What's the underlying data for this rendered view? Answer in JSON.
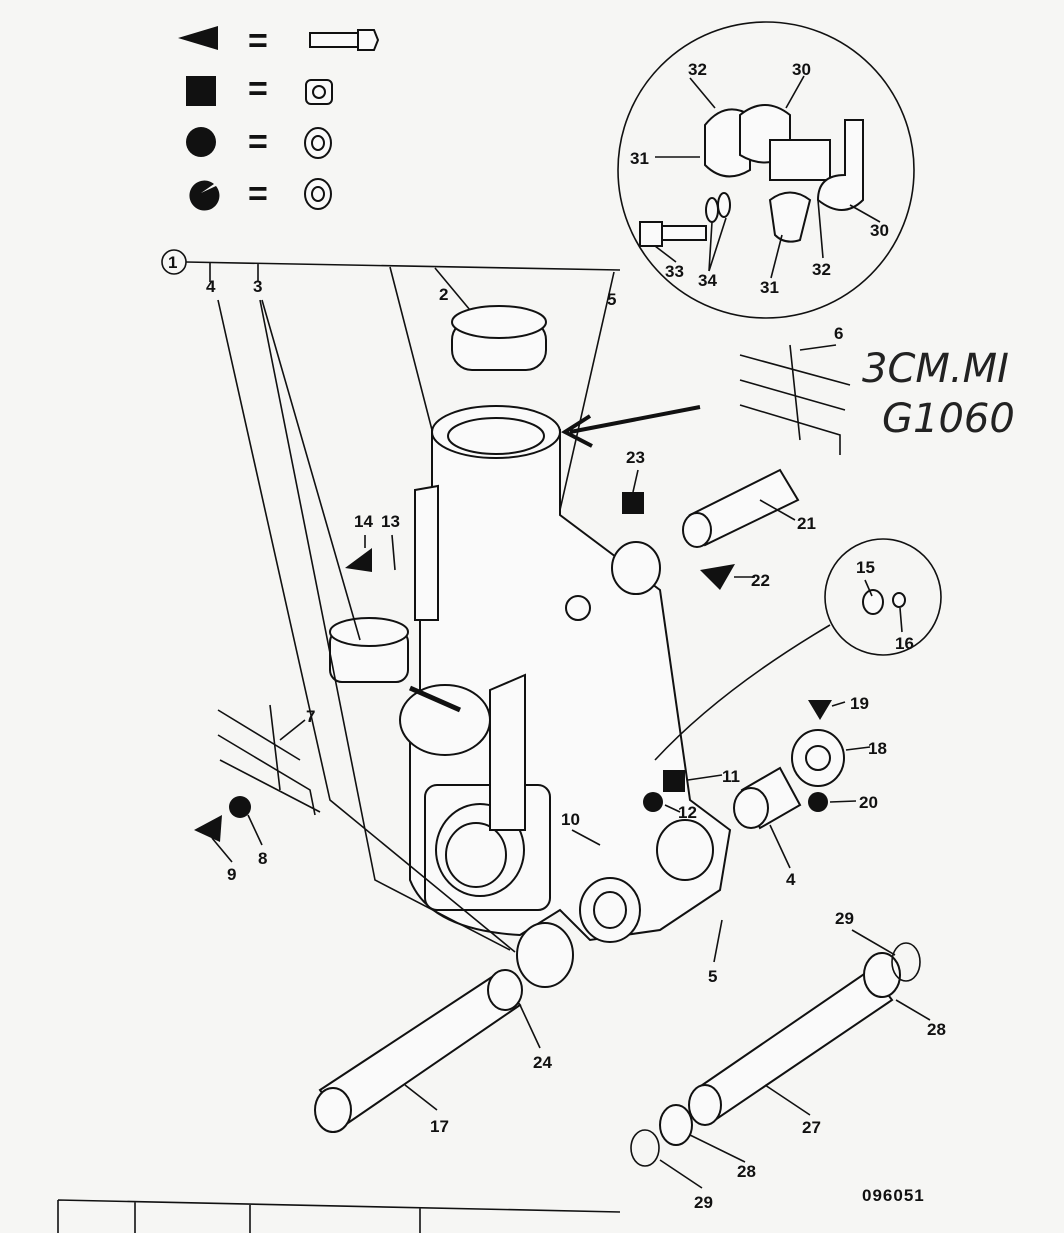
{
  "legend": {
    "items": [
      {
        "symbol": "triangle",
        "equals": "=",
        "part": "bolt"
      },
      {
        "symbol": "square",
        "equals": "=",
        "part": "nut"
      },
      {
        "symbol": "circle",
        "equals": "=",
        "part": "washer"
      },
      {
        "symbol": "split-circle",
        "equals": "=",
        "part": "lock-washer"
      }
    ]
  },
  "callouts": {
    "c1": "1",
    "c2": "2",
    "c3": "3",
    "c4a": "4",
    "c4b": "4",
    "c5a": "5",
    "c5b": "5",
    "c6": "6",
    "c7": "7",
    "c8": "8",
    "c9": "9",
    "c10": "10",
    "c11": "11",
    "c12": "12",
    "c13": "13",
    "c14": "14",
    "c15": "15",
    "c16": "16",
    "c17": "17",
    "c18": "18",
    "c19": "19",
    "c20": "20",
    "c21": "21",
    "c22": "22",
    "c23": "23",
    "c24": "24",
    "c27": "27",
    "c28a": "28",
    "c28b": "28",
    "c29a": "29",
    "c29b": "29",
    "c30a": "30",
    "c30b": "30",
    "c31a": "31",
    "c31b": "31",
    "c32a": "32",
    "c32b": "32",
    "c33": "33",
    "c34": "34"
  },
  "handwritten": {
    "line1": "3CM.MI",
    "line2": "G1060"
  },
  "figure_number": "096051"
}
